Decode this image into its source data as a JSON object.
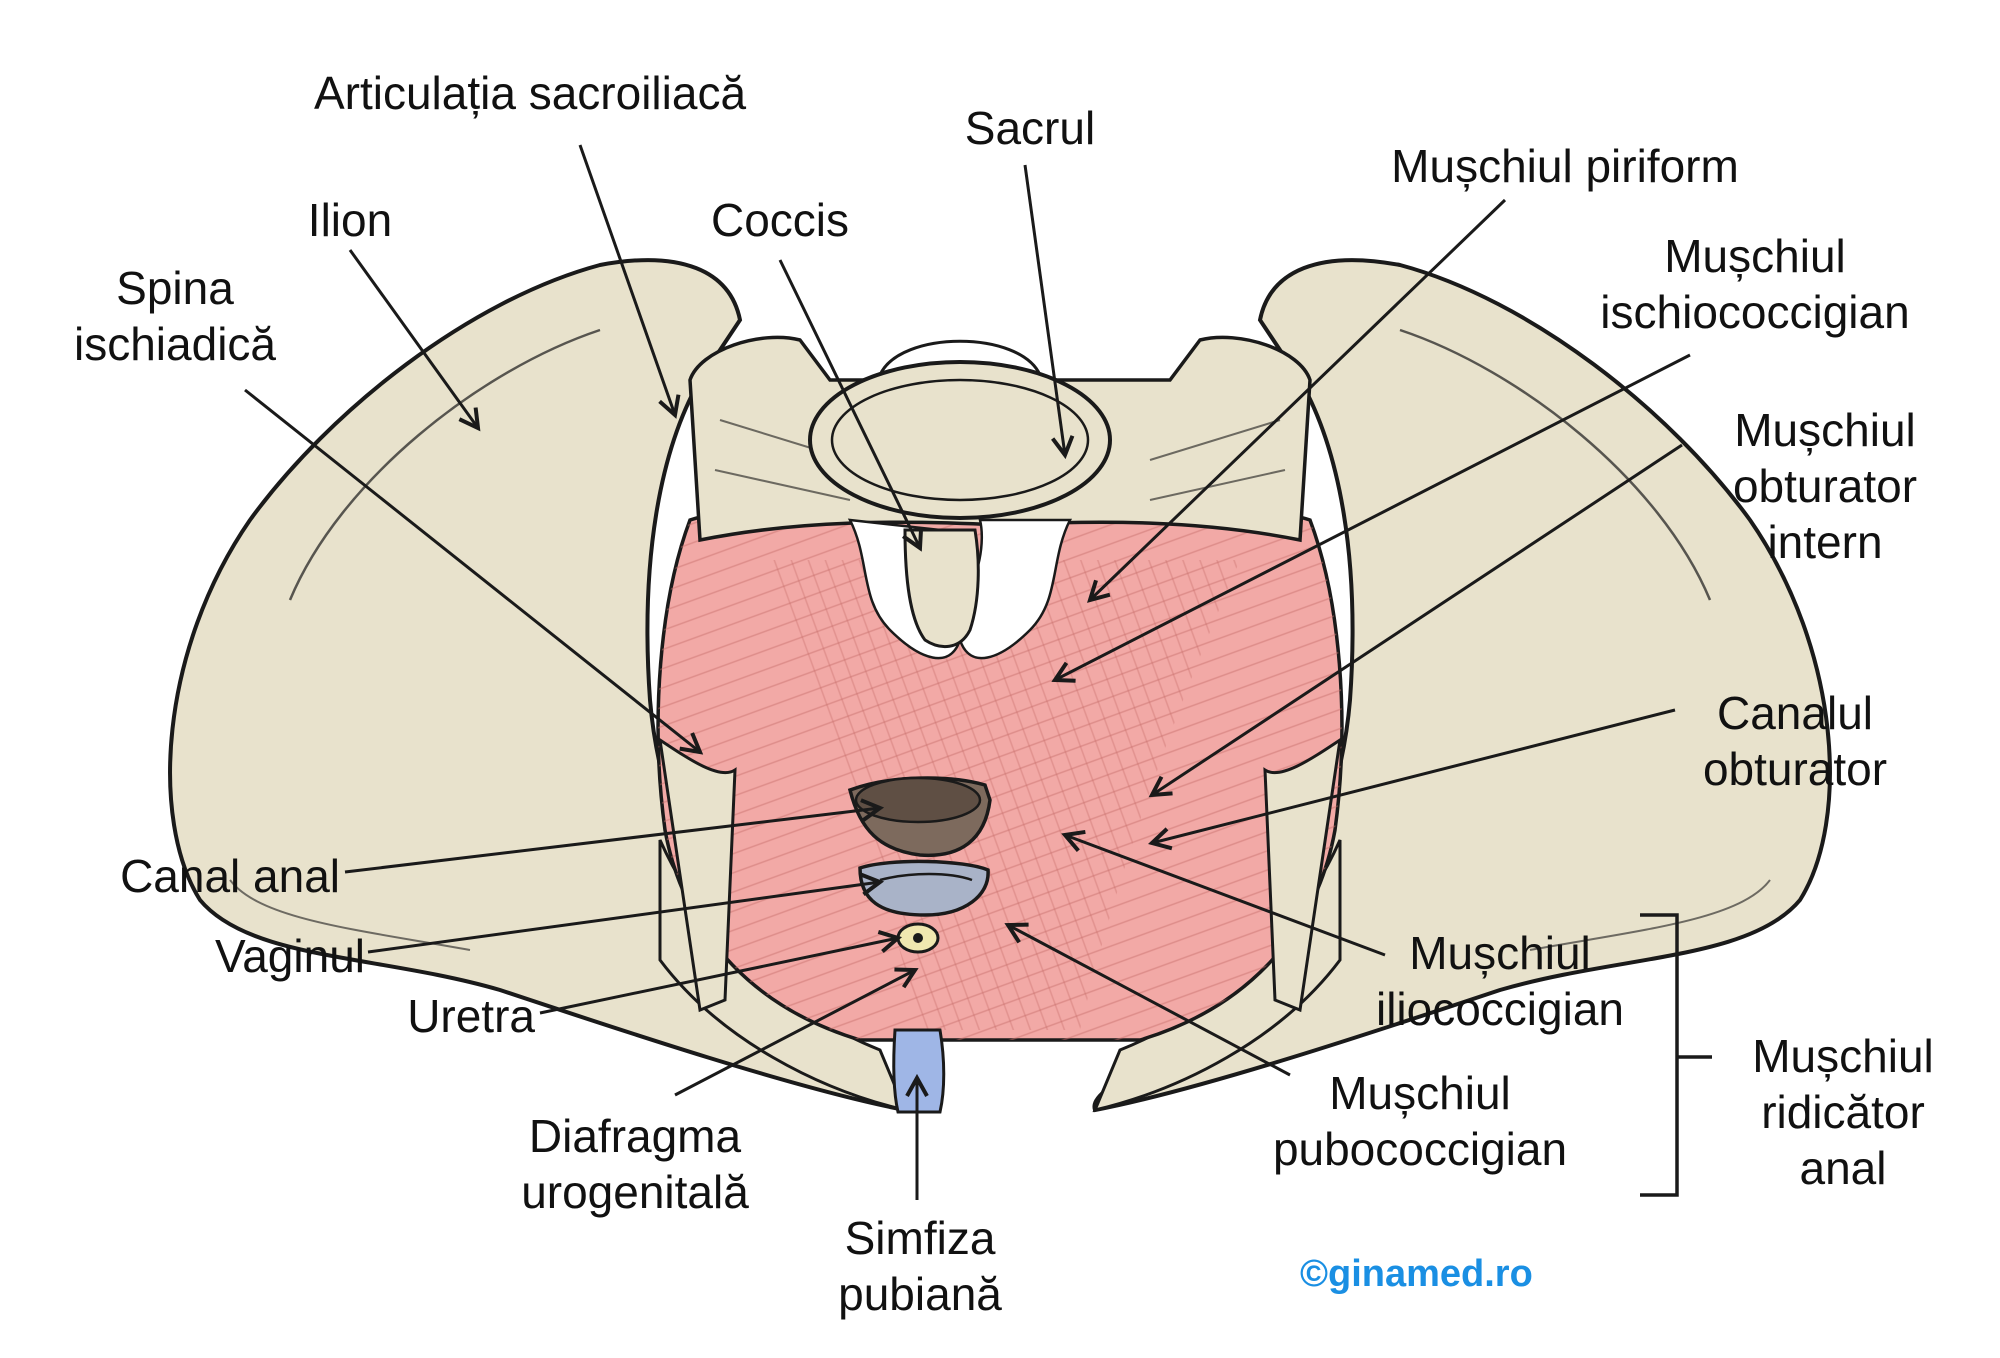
{
  "labels": {
    "articulatia": "Articulația sacroiliacă",
    "sacrul": "Sacrul",
    "coccis": "Coccis",
    "ilion": "Ilion",
    "spina_1": "Spina",
    "spina_2": "ischiadică",
    "piriform": "Mușchiul piriform",
    "ischio_1": "Mușchiul",
    "ischio_2": "ischiococcigian",
    "obt_int_1": "Mușchiul",
    "obt_int_2": "obturator",
    "obt_int_3": "intern",
    "can_obt_1": "Canalul",
    "can_obt_2": "obturator",
    "canal_anal": "Canal anal",
    "vaginul": "Vaginul",
    "uretra": "Uretra",
    "diafragma_1": "Diafragma",
    "diafragma_2": "urogenitală",
    "simfiza_1": "Simfiza",
    "simfiza_2": "pubiană",
    "ilio_1": "Mușchiul",
    "ilio_2": "iliococcigian",
    "pubo_1": "Mușchiul",
    "pubo_2": "pubococcigian",
    "ridicator_1": "Mușchiul",
    "ridicator_2": "ridicător",
    "ridicator_3": "anal"
  },
  "credit": "©ginamed.ro",
  "colors": {
    "bone": "#e8e2cc",
    "muscle": "#f2a9a6",
    "anal": "#7d6a5d",
    "vagina": "#a9b3c8",
    "urethra": "#f0e8b0",
    "symphysis": "#9fb6e6",
    "ligament": "#ffffff",
    "outline": "#1a1a1a",
    "credit": "#1a8fe3"
  }
}
